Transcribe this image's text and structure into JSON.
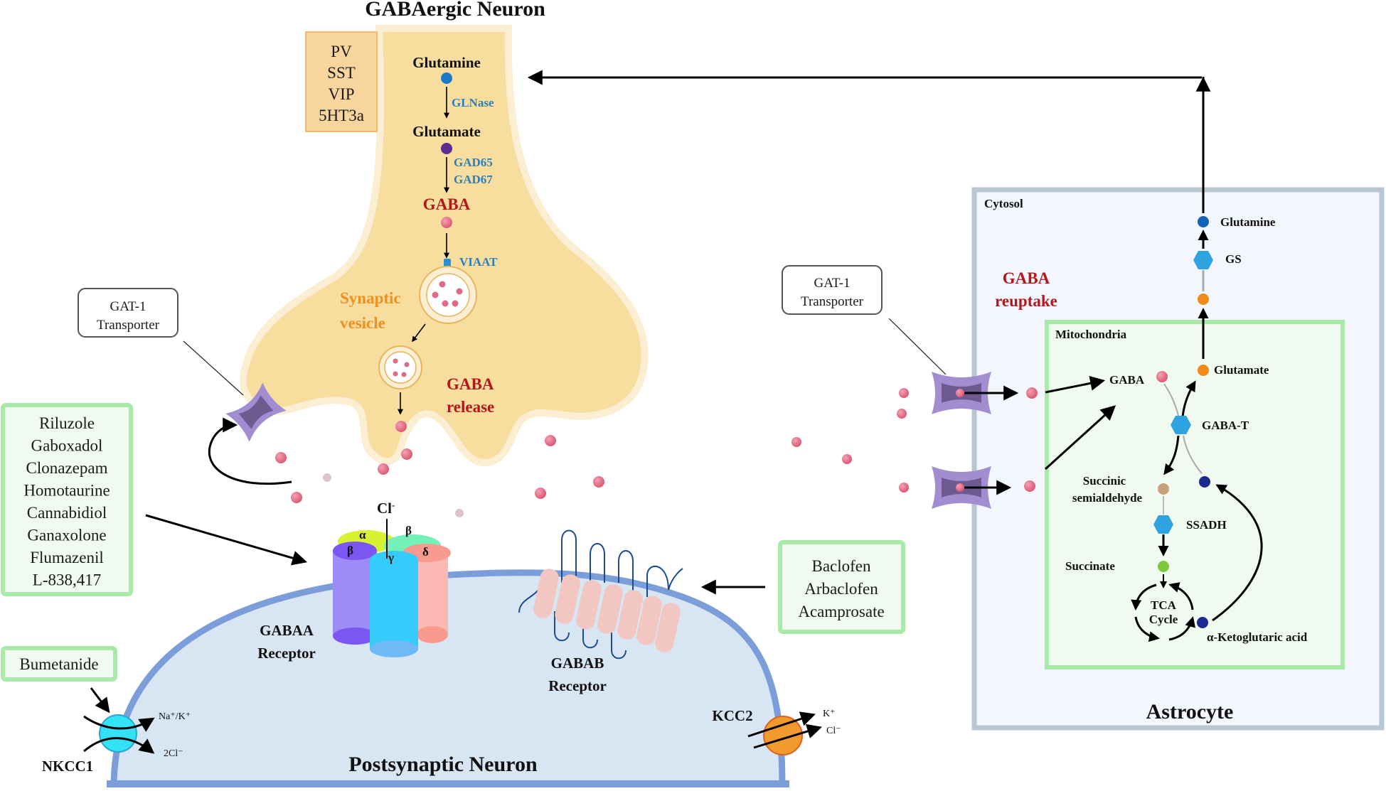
{
  "presynaptic": {
    "title": "GABAergic Neuron",
    "subtypes": [
      "PV",
      "SST",
      "VIP",
      "5HT3a"
    ],
    "pathway": {
      "glutamine": "Glutamine",
      "glnase": "GLNase",
      "glutamate": "Glutamate",
      "gad65": "GAD65",
      "gad67": "GAD67",
      "gaba": "GABA",
      "viaat": "VIAAT",
      "vesicle_line1": "Synaptic",
      "vesicle_line2": "vesicle",
      "release_line1": "GABA",
      "release_line2": "release"
    }
  },
  "gat1_left": {
    "line1": "GAT-1",
    "line2": "Transporter"
  },
  "gat1_right": {
    "line1": "GAT-1",
    "line2": "Transporter"
  },
  "gabaa_drugs": [
    "Riluzole",
    "Gaboxadol",
    "Clonazepam",
    "Homotaurine",
    "Cannabidiol",
    "Ganaxolone",
    "Flumazenil",
    "L-838,417"
  ],
  "gabab_drugs": [
    "Baclofen",
    "Arbaclofen",
    "Acamprosate"
  ],
  "nkcc1_drug": "Bumetanide",
  "postsynaptic": {
    "title": "Postsynaptic Neuron",
    "gabaa": {
      "line1": "GABAA",
      "line2": "Receptor",
      "ion": "Cl",
      "ion_charge": "-",
      "subunits": [
        "α",
        "β",
        "β",
        "γ",
        "δ"
      ]
    },
    "gabab": {
      "line1": "GABAB",
      "line2": "Receptor"
    },
    "nkcc1": {
      "label": "NKCC1",
      "ion1": "Na⁺/K⁺",
      "ion2": "2Cl⁻"
    },
    "kcc2": {
      "label": "KCC2",
      "ion1": "K⁺",
      "ion2": "Cl⁻"
    }
  },
  "astrocyte": {
    "title": "Astrocyte",
    "cytosol": "Cytosol",
    "mitochondria": "Mitochondria",
    "reuptake_line1": "GABA",
    "reuptake_line2": "reuptake",
    "glutamine": "Glutamine",
    "gs": "GS",
    "glutamate": "Glutamate",
    "gaba": "GABA",
    "gaba_t": "GABA-T",
    "ssa_line1": "Succinic",
    "ssa_line2": "semialdehyde",
    "ssadh": "SSADH",
    "succinate": "Succinate",
    "tca_line1": "TCA",
    "tca_line2": "Cycle",
    "akg": "α-Ketoglutaric acid"
  },
  "colors": {
    "presyn_fill": "#f7dd9e",
    "presyn_edge": "#fbeed2",
    "postsyn_fill": "#d8e5f3",
    "postsyn_membrane": "#7b9edb",
    "astro_fill": "#f3f6fc",
    "astro_border": "#b7c7d3",
    "mito_fill": "#f0faf0",
    "mito_border": "#a9eaa9",
    "gaba_dot": "#e06a86",
    "transporter": "#a38dd1",
    "enzyme_hex": "#2fa3e0",
    "red_text": "#b5161b",
    "blue_text": "#2a7fc0",
    "orange_text": "#f0901e"
  }
}
